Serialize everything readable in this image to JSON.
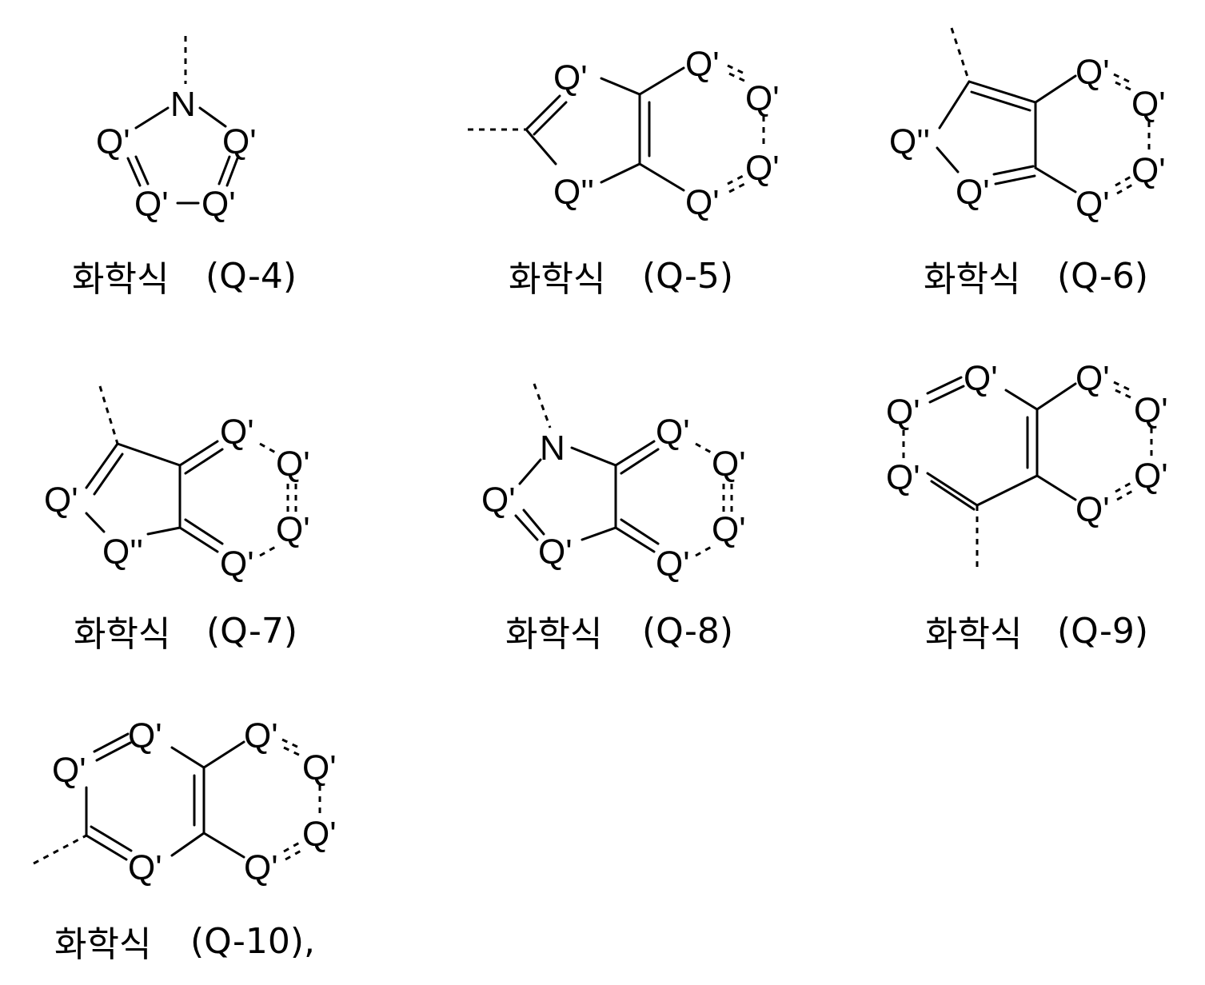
{
  "formulas": [
    {
      "id": "Q-4",
      "caption_word": "화학식",
      "caption_label": "(Q-4)"
    },
    {
      "id": "Q-5",
      "caption_word": "화학식",
      "caption_label": "(Q-5)"
    },
    {
      "id": "Q-6",
      "caption_word": "화학식",
      "caption_label": "(Q-6)"
    },
    {
      "id": "Q-7",
      "caption_word": "화학식",
      "caption_label": "(Q-7)"
    },
    {
      "id": "Q-8",
      "caption_word": "화학식",
      "caption_label": "(Q-8)"
    },
    {
      "id": "Q-9",
      "caption_word": "화학식",
      "caption_label": "(Q-9)"
    },
    {
      "id": "Q-10",
      "caption_word": "화학식",
      "caption_label": "(Q-10),"
    }
  ],
  "atoms": {
    "n": "N",
    "q1": "Q'",
    "q2": "Q''"
  }
}
